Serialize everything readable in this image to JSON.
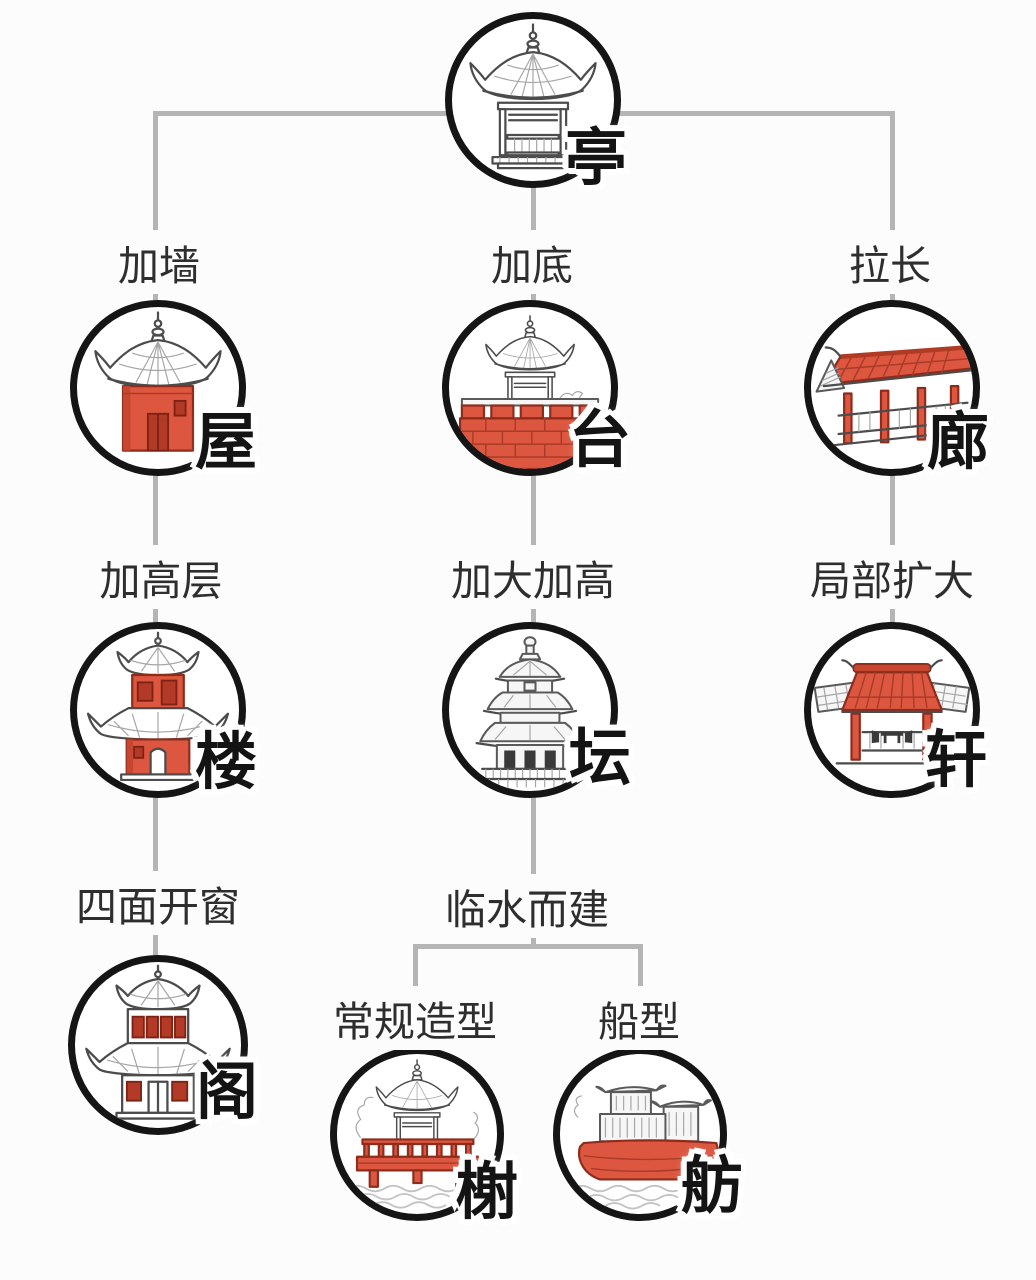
{
  "diagram": {
    "title_none": "",
    "root": {
      "label": "亭",
      "icon": "pavilion-icon"
    },
    "edges": {
      "add_wall": "加墙",
      "add_base": "加底",
      "elongate": "拉长",
      "add_floors": "加高层",
      "enlarge_heighten": "加大加高",
      "partial_enlarge": "局部扩大",
      "windows_four_sides": "四面开窗",
      "built_by_water": "临水而建",
      "conventional_shape": "常规造型",
      "boat_shape": "船型"
    },
    "nodes": {
      "ting": {
        "label": "亭",
        "icon": "pavilion-icon"
      },
      "wu": {
        "label": "屋",
        "icon": "walled-house-icon"
      },
      "tai": {
        "label": "台",
        "icon": "terrace-platform-icon"
      },
      "lang": {
        "label": "廊",
        "icon": "corridor-icon"
      },
      "lou": {
        "label": "楼",
        "icon": "two-story-tower-icon"
      },
      "tan": {
        "label": "坛",
        "icon": "altar-temple-icon"
      },
      "xuan": {
        "label": "轩",
        "icon": "veranda-icon"
      },
      "ge": {
        "label": "阁",
        "icon": "windowed-pavilion-icon"
      },
      "xie": {
        "label": "榭",
        "icon": "waterside-pavilion-icon"
      },
      "fang": {
        "label": "舫",
        "icon": "boat-hall-icon"
      }
    },
    "colors": {
      "accent_red": "#dd5740",
      "accent_red_dark": "#8e2c1c",
      "connector_gray": "#b5b5b5",
      "circle_border": "#151515",
      "char_black": "#141414",
      "background": "#fcfcfc"
    }
  }
}
